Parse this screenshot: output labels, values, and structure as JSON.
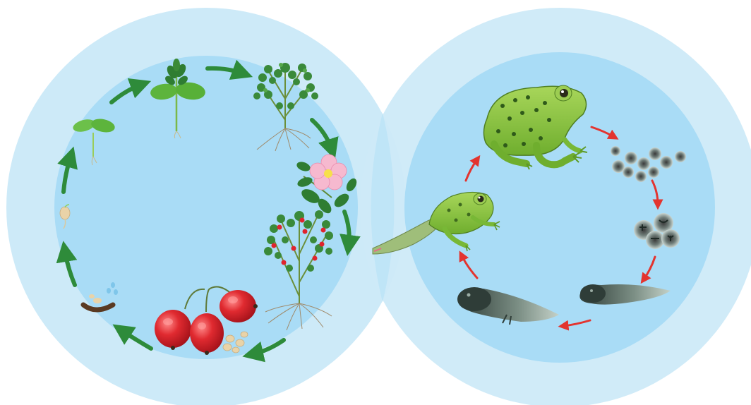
{
  "diagram": {
    "plant_cycle": {
      "stages": [
        "seedling",
        "two-leaf-plant",
        "young-shrub",
        "flowering-branch",
        "fruiting-shrub",
        "rose-hips",
        "seeds",
        "germinating-seed"
      ],
      "arrow_color": "#2e8b3a"
    },
    "frog_cycle": {
      "stages": [
        "adult-frog",
        "egg-cluster",
        "dividing-eggs",
        "tadpole-with-legs",
        "young-tadpole",
        "froglet"
      ],
      "arrow_color": "#e3342f"
    },
    "colors": {
      "outer_disc": "#cdeaf8",
      "inner_disc": "#a9dcf6",
      "overlap": "#b6e1f6",
      "leaf": "#4caf3a",
      "leaf_dark": "#2f7d32",
      "rosehip": "#d9232e",
      "flower": "#f6b9cf",
      "frog": "#8dc63f",
      "tadpole": "#556b5e"
    }
  }
}
